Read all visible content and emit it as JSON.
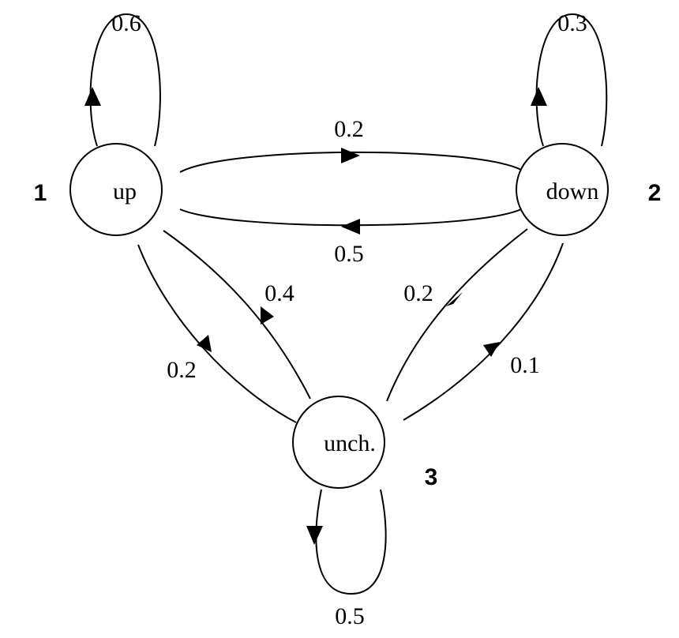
{
  "states": [
    {
      "id": "up",
      "number": "1",
      "label": "up"
    },
    {
      "id": "down",
      "number": "2",
      "label": "down"
    },
    {
      "id": "unch",
      "number": "3",
      "label": "unch."
    }
  ],
  "transitions": [
    {
      "from": "up",
      "to": "up",
      "label": "0.6"
    },
    {
      "from": "down",
      "to": "down",
      "label": "0.3"
    },
    {
      "from": "unch",
      "to": "unch",
      "label": "0.5"
    },
    {
      "from": "up",
      "to": "down",
      "label": "0.2"
    },
    {
      "from": "down",
      "to": "up",
      "label": "0.5"
    },
    {
      "from": "unch",
      "to": "up",
      "label": "0.4"
    },
    {
      "from": "up",
      "to": "unch",
      "label": "0.2"
    },
    {
      "from": "down",
      "to": "unch",
      "label": "0.2"
    },
    {
      "from": "unch",
      "to": "down",
      "label": "0.1"
    }
  ]
}
